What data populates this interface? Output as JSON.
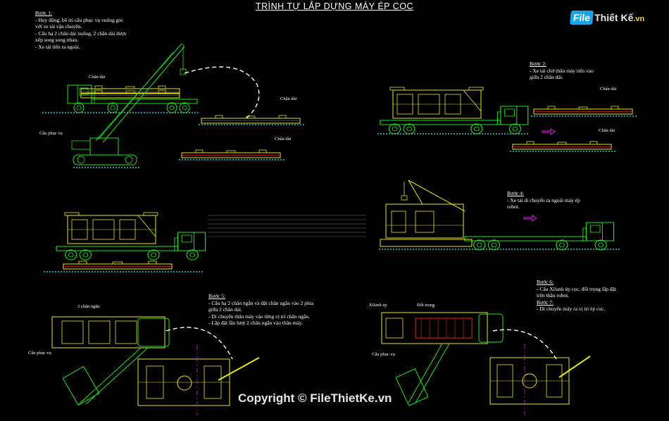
{
  "title": "TRÌNH TỰ LẮP DỰNG MÁY ÉP CỌC",
  "watermark": {
    "logo_box": "File",
    "logo_rest": "Thiết Kế",
    "logo_suffix": ".vn",
    "copyright": "Copyright © FileThietKe.vn"
  },
  "steps": {
    "step1": {
      "heading": "Bước 1:",
      "lines": [
        "- Huy động, bố trí cẩu phục vụ vuông góc",
        "với xe tải vận chuyển.",
        "- Cẩu hạ 2 chân dài xuống, 2 chân dài được",
        "xếp song song nhau.",
        "- Xe tải tiến ra ngoài."
      ]
    },
    "step2": {
      "heading": "Bước 2:",
      "lines": [
        "- Xe tải chở thân máy tiến vào",
        "giữa 2 chân dài."
      ]
    },
    "step4": {
      "heading": "Bước 4:",
      "lines": [
        "- Xe tải di chuyển ra ngoài máy ép",
        "robot."
      ]
    },
    "step5": {
      "heading": "Bước 5:",
      "lines": [
        "- Cẩu hạ 2 chân ngắn và đặt chân ngắn vào 2 phía",
        "giữa 2 chân dài.",
        "- Di chuyển thân máy vào từng vị trí chân ngắn.",
        "- Lắp đặt lần lượt 2 chân ngắn vào thân máy."
      ]
    },
    "step6": {
      "heading": "Bước 6:",
      "lines": [
        "- Cẩu Xilanh ép cọc, đối trọng lắp đặt",
        "trên thân robot."
      ]
    },
    "step7": {
      "heading": "Bước 7:",
      "lines": [
        "- Di chuyển máy ra vị trí ép cọc."
      ]
    }
  },
  "labels": {
    "chan_dai_1": "Chân dài",
    "chan_dai_2": "Chân dài",
    "chan_dai_3": "Chân dài",
    "chan_dai_4": "Chân dài",
    "chan_dai_5": "Chân dài",
    "cau_phuc_vu_1": "Cẩu phục vụ",
    "cau_phuc_vu_2": "Cẩu phục vụ",
    "cau_phuc_vu_3": "Cẩu phục vụ",
    "hai_chan_ngan": "2 chân ngắn",
    "xilanh_ep": "Xilanh ép",
    "doi_trong": "Đối trọng"
  },
  "colors": {
    "background": "#000000",
    "truck_green": "#1ee61e",
    "machine_yellow": "#e6e61e",
    "ground_cyan": "#1ec8c8",
    "arrow_magenta": "#e61ee6",
    "centerline_magenta": "#c81ec8",
    "dash_white": "#ffffff"
  }
}
